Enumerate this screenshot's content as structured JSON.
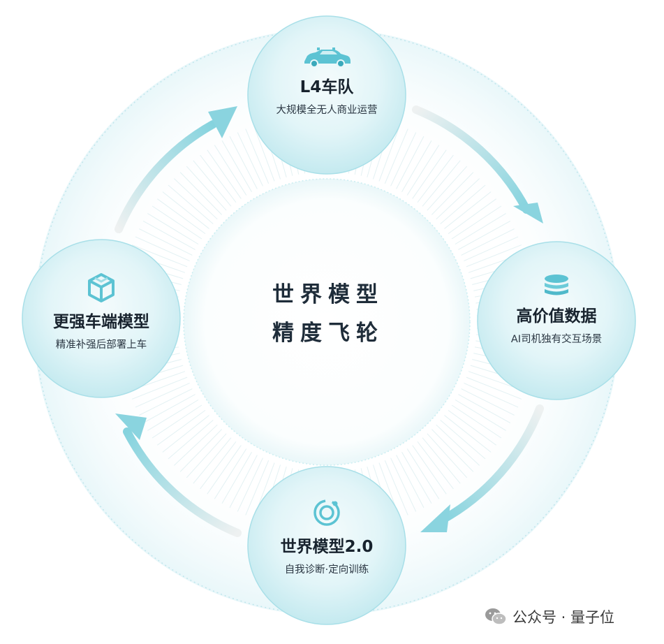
{
  "center": {
    "line1": "世界模型",
    "line2": "精度飞轮"
  },
  "nodes": {
    "top": {
      "icon": "car-icon",
      "title": "L4车队",
      "subtitle": "大规模全无人商业运营"
    },
    "right": {
      "icon": "database-icon",
      "title": "高价值数据",
      "subtitle": "AI司机独有交互场景"
    },
    "bottom": {
      "icon": "orbit-icon",
      "title": "世界模型2.0",
      "subtitle": "自我诊断·定向训练"
    },
    "left": {
      "icon": "cube-icon",
      "title": "更强车端模型",
      "subtitle": "精准补强后部署上车"
    }
  },
  "watermark": {
    "icon": "wechat-icon",
    "text": "公众号 · 量子位"
  },
  "colors": {
    "accent": "#7ccfdc",
    "bubble_fill": "#dff4f7",
    "bubble_edge": "#a8dfe8",
    "text_dark": "#1f2d3a"
  }
}
